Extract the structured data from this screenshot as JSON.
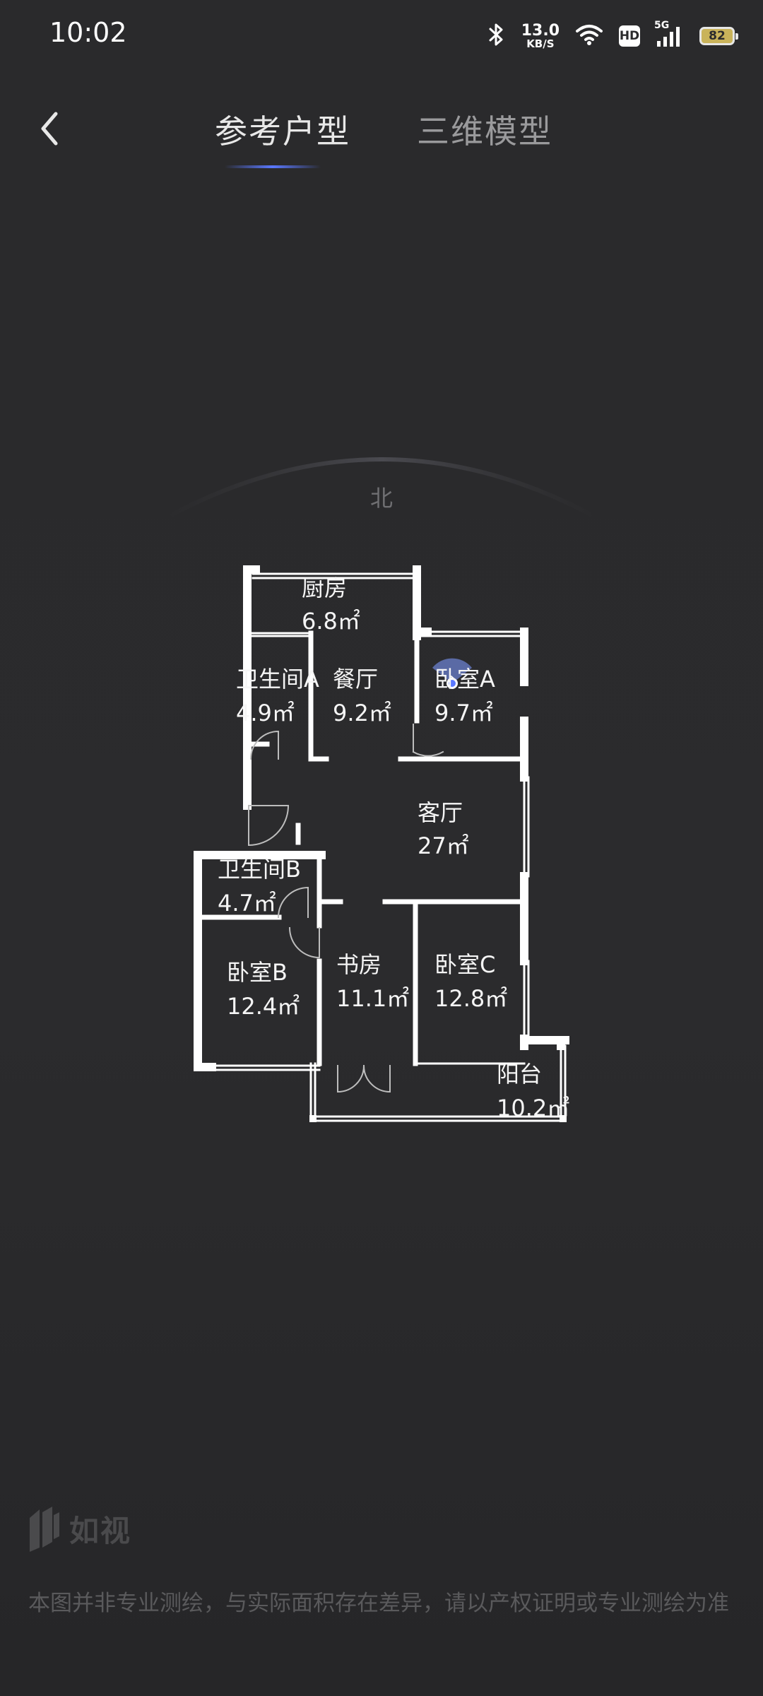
{
  "status_bar": {
    "time": "10:02",
    "net_speed_value": "13.0",
    "net_speed_unit": "KB/S",
    "hd": "HD",
    "signal": "5G",
    "battery": "82",
    "icons": [
      "bluetooth-icon",
      "wifi-icon",
      "hd-icon",
      "signal-icon",
      "battery-icon"
    ]
  },
  "header": {
    "tabs": [
      {
        "label": "参考户型",
        "active": true
      },
      {
        "label": "三维模型",
        "active": false
      }
    ],
    "accent_color": "#5a78ff"
  },
  "compass": {
    "north": "北"
  },
  "rooms": [
    {
      "name": "厨房",
      "area": "6.8㎡"
    },
    {
      "name": "卫生间A",
      "area": "4.9㎡"
    },
    {
      "name": "餐厅",
      "area": "9.2㎡"
    },
    {
      "name": "卧室A",
      "area": "9.7㎡"
    },
    {
      "name": "客厅",
      "area": "27㎡"
    },
    {
      "name": "卫生间B",
      "area": "4.7㎡"
    },
    {
      "name": "卧室B",
      "area": "12.4㎡"
    },
    {
      "name": "书房",
      "area": "11.1㎡"
    },
    {
      "name": "卧室C",
      "area": "12.8㎡"
    },
    {
      "name": "阳台",
      "area": "10.2㎡"
    }
  ],
  "footer": {
    "brand": "如视",
    "disclaimer": "本图并非专业测绘，与实际面积存在差异，请以产权证明或专业测绘为准"
  }
}
